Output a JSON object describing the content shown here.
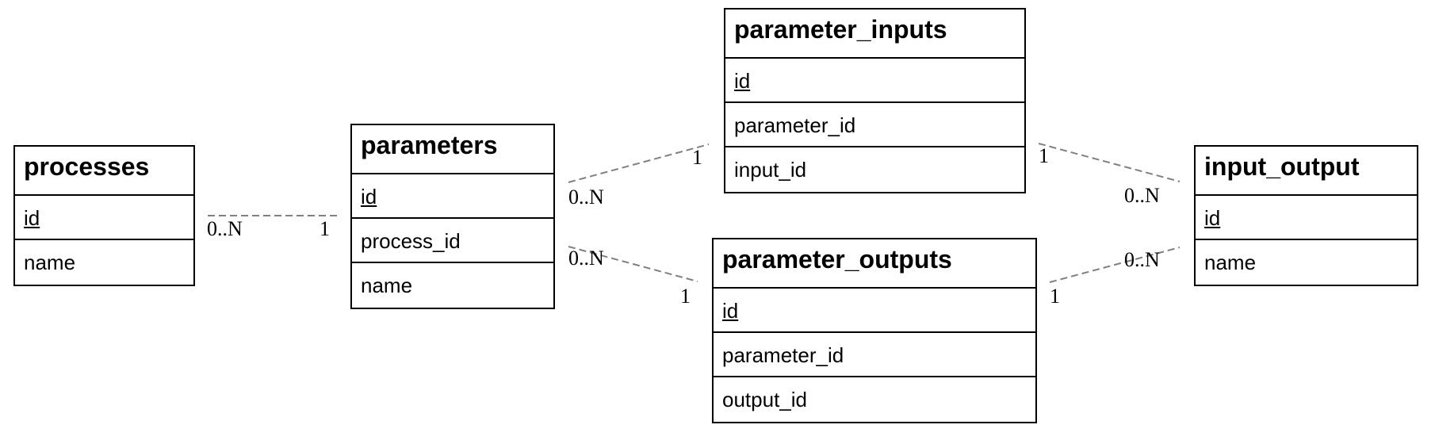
{
  "diagram_type": "entity-relationship",
  "entities": {
    "processes": {
      "title": "processes",
      "fields": [
        {
          "name": "id",
          "primary_key": true
        },
        {
          "name": "name",
          "primary_key": false
        }
      ]
    },
    "parameters": {
      "title": "parameters",
      "fields": [
        {
          "name": "id",
          "primary_key": true
        },
        {
          "name": "process_id",
          "primary_key": false
        },
        {
          "name": "name",
          "primary_key": false
        }
      ]
    },
    "parameter_inputs": {
      "title": "parameter_inputs",
      "fields": [
        {
          "name": "id",
          "primary_key": true
        },
        {
          "name": "parameter_id",
          "primary_key": false
        },
        {
          "name": "input_id",
          "primary_key": false
        }
      ]
    },
    "parameter_outputs": {
      "title": "parameter_outputs",
      "fields": [
        {
          "name": "id",
          "primary_key": true
        },
        {
          "name": "parameter_id",
          "primary_key": false
        },
        {
          "name": "output_id",
          "primary_key": false
        }
      ]
    },
    "input_output": {
      "title": "input_output",
      "fields": [
        {
          "name": "id",
          "primary_key": true
        },
        {
          "name": "name",
          "primary_key": false
        }
      ]
    }
  },
  "relationships": [
    {
      "from": "processes",
      "to": "parameters",
      "from_card": "0..N",
      "to_card": "1"
    },
    {
      "from": "parameters",
      "to": "parameter_inputs",
      "from_card": "0..N",
      "to_card": "1"
    },
    {
      "from": "parameters",
      "to": "parameter_outputs",
      "from_card": "0..N",
      "to_card": "1"
    },
    {
      "from": "parameter_inputs",
      "to": "input_output",
      "from_card": "1",
      "to_card": "0..N"
    },
    {
      "from": "parameter_outputs",
      "to": "input_output",
      "from_card": "1",
      "to_card": "0..N"
    }
  ],
  "style": {
    "connector_color": "#808080",
    "border_color": "#000000"
  }
}
